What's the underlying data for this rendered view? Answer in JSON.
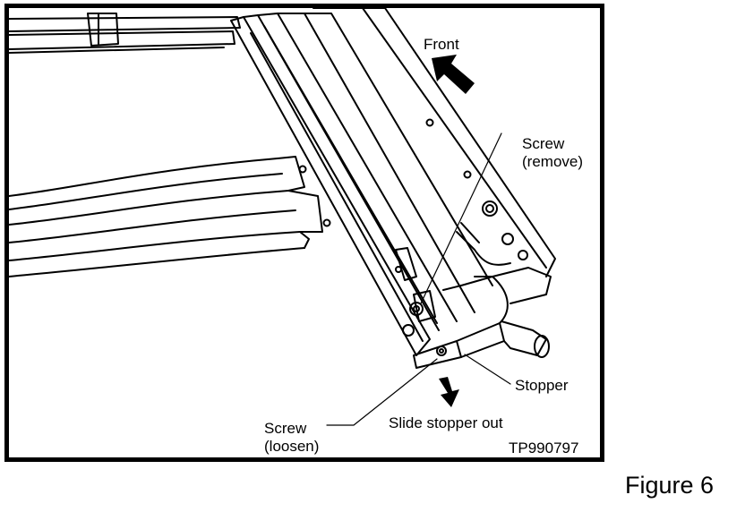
{
  "figure": {
    "caption": "Figure 6",
    "code": "TP990797",
    "labels": {
      "front": "Front",
      "screw_remove_line1": "Screw",
      "screw_remove_line2": "(remove)",
      "stopper": "Stopper",
      "slide_stopper_out": "Slide stopper out",
      "screw_loosen_line1": "Screw",
      "screw_loosen_line2": "(loosen)"
    }
  },
  "colors": {
    "line": "#000000",
    "background": "#ffffff"
  }
}
